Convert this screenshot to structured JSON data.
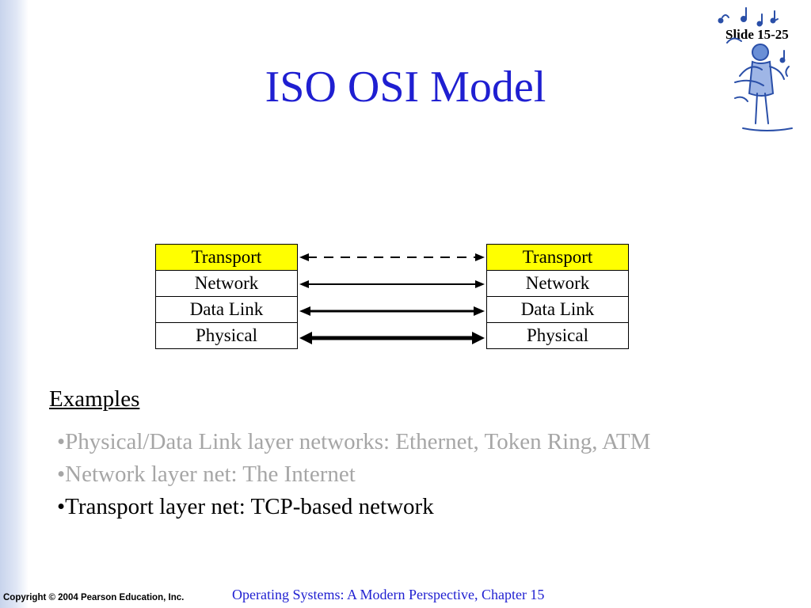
{
  "slide": {
    "number_label": "Slide 15-25",
    "title": "ISO OSI Model"
  },
  "diagram": {
    "left_stack": [
      "Transport",
      "Network",
      "Data Link",
      "Physical"
    ],
    "right_stack": [
      "Transport",
      "Network",
      "Data Link",
      "Physical"
    ],
    "highlight_color": "#ffff00",
    "connections": [
      {
        "layer": "Transport",
        "style": "dashed"
      },
      {
        "layer": "Network",
        "style": "solid-thin"
      },
      {
        "layer": "Data Link",
        "style": "solid-medium"
      },
      {
        "layer": "Physical",
        "style": "solid-thick"
      }
    ]
  },
  "examples": {
    "heading": "Examples",
    "items": [
      {
        "text": "•Physical/Data Link layer networks: Ethernet, Token Ring, ATM",
        "state": "dim"
      },
      {
        "text": "•Network layer net: The Internet",
        "state": "dim"
      },
      {
        "text": "•Transport layer net: TCP-based network",
        "state": "active"
      }
    ]
  },
  "footer": {
    "copyright": "Copyright © 2004 Pearson Education, Inc.",
    "book": "Operating Systems: A Modern Perspective, Chapter 15"
  },
  "colors": {
    "title": "#1f1fd1",
    "dim_text": "#a6a6a6",
    "sidebar": "#c8d4ec"
  },
  "icons": {
    "logo": "musician-logo-icon"
  }
}
